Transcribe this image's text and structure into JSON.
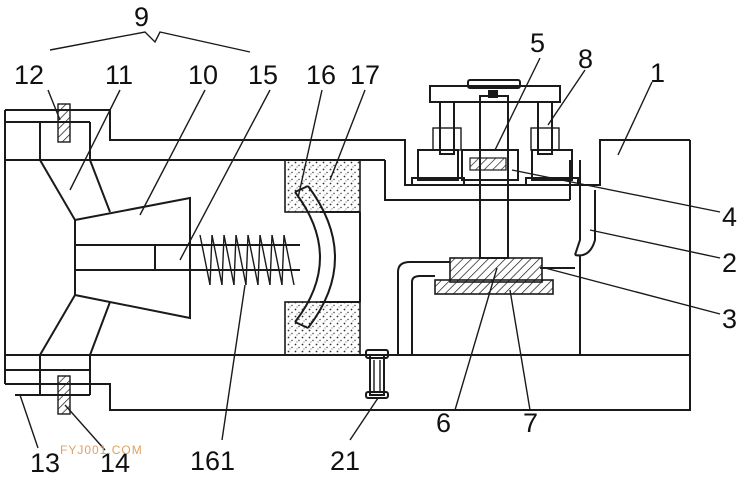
{
  "diagram": {
    "labels": {
      "l1": "1",
      "l2": "2",
      "l3": "3",
      "l4": "4",
      "l5": "5",
      "l6": "6",
      "l7": "7",
      "l8": "8",
      "l9": "9",
      "l10": "10",
      "l11": "11",
      "l12": "12",
      "l13": "13",
      "l14": "14",
      "l15": "15",
      "l16": "16",
      "l17": "17",
      "l161": "161",
      "l21": "21"
    },
    "watermark": "FYJ001.COM"
  }
}
